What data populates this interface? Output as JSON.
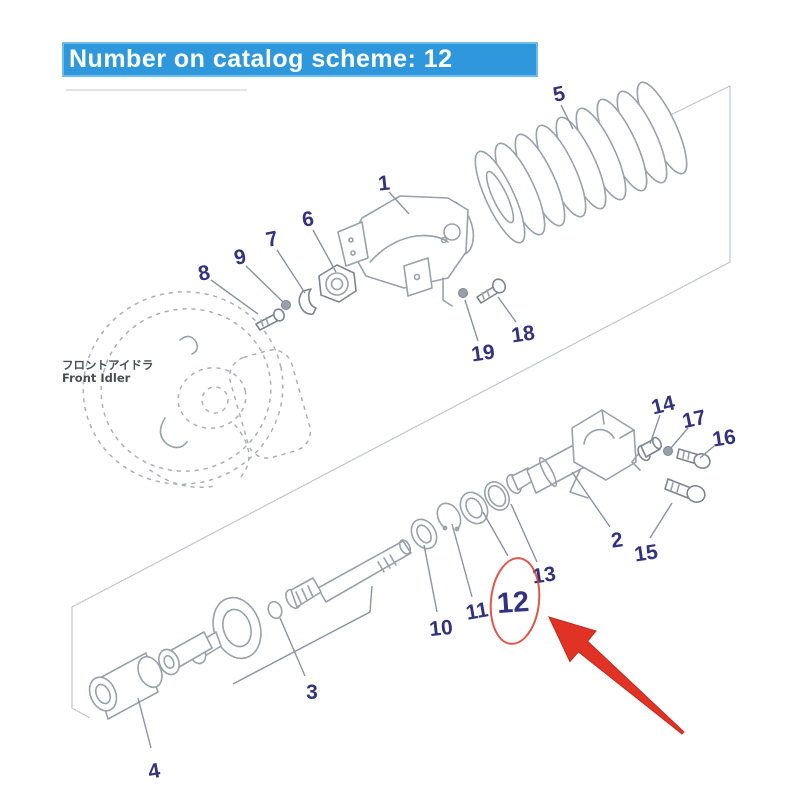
{
  "title": {
    "text": "Number on catalog scheme: 12"
  },
  "colors": {
    "highlight_bg": "#2f97dc",
    "title_text": "#ffffff",
    "part_number": "#32327e",
    "line_art": "#99a1ab",
    "ghost_lines": "#abb0b7",
    "annotation_red": "#d93a2b"
  },
  "idler_ghost": {
    "label_jp": "フロントアイドラ",
    "label_en": "Front Idler"
  },
  "callout": {
    "circled_number": "12"
  },
  "part_labels": [
    "1",
    "2",
    "3",
    "4",
    "5",
    "6",
    "7",
    "8",
    "9",
    "10",
    "11",
    "12",
    "13",
    "14",
    "15",
    "16",
    "17",
    "18",
    "19"
  ]
}
